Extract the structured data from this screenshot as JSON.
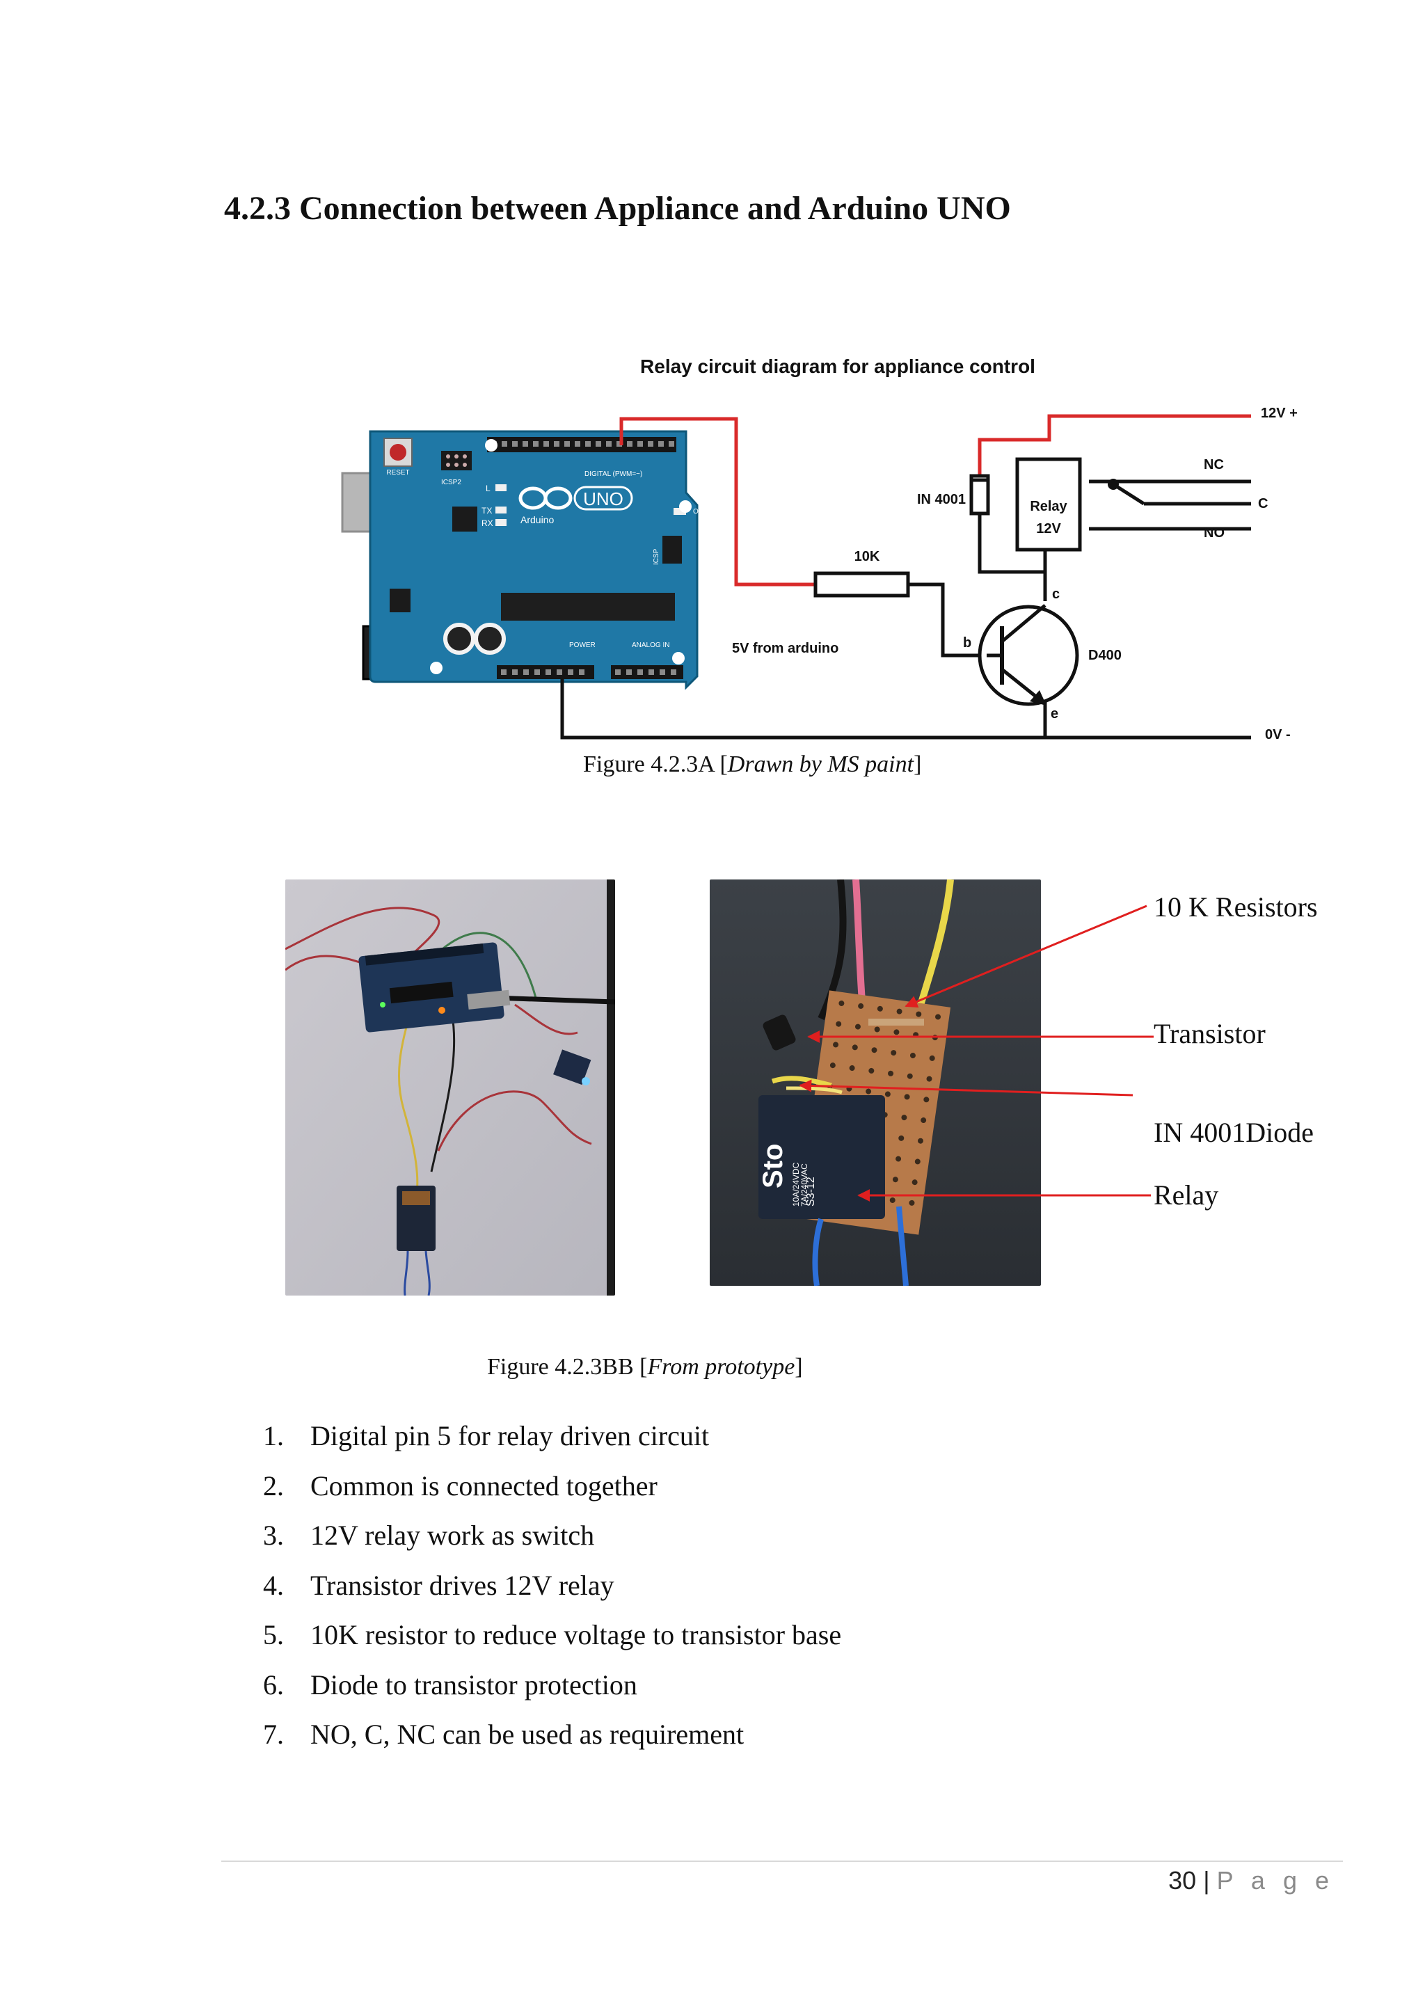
{
  "heading": "4.2.3 Connection between Appliance and Arduino UNO",
  "circuit_diagram": {
    "title": "Relay circuit diagram for appliance control",
    "labels": {
      "supply_pos": "12V +",
      "supply_neg": "0V -",
      "nc": "NC",
      "c": "C",
      "no": "NO",
      "diode": "IN 4001",
      "relay_line1": "Relay",
      "relay_line2": "12V",
      "resistor": "10K",
      "arduino_supply": "5V from arduino",
      "transistor_c": "c",
      "transistor_b": "b",
      "transistor_e": "e",
      "transistor": "D400"
    },
    "board_text": {
      "reset": "RESET",
      "icsp2": "ICSP2",
      "digital": "DIGITAL (PWM=~)",
      "l": "L",
      "tx": "TX",
      "rx": "RX",
      "uno": "UNO",
      "brand": "Arduino",
      "on": "ON",
      "icsp": "ICSP",
      "power": "POWER",
      "analog": "ANALOG IN"
    }
  },
  "figure_a_caption": {
    "prefix": "Figure 4.2.3A [",
    "italic": "Drawn by MS paint",
    "suffix": "]"
  },
  "prototype_annotations": {
    "resistors": "10 K Resistors",
    "transistor": "Transistor",
    "diode": "IN 4001Diode",
    "relay": "Relay"
  },
  "relay_print": {
    "brand": "Sto",
    "model": "S3-12",
    "rating1": "10A/24VDC",
    "rating2": "7A/240VAC"
  },
  "figure_b_caption": {
    "prefix": "Figure 4.2.3BB [",
    "italic": "From prototype",
    "suffix": "]"
  },
  "notes": [
    {
      "num": "1.",
      "text": "Digital pin 5 for relay driven circuit"
    },
    {
      "num": "2.",
      "text": "Common is connected together"
    },
    {
      "num": "3.",
      "text": "12V relay work as switch"
    },
    {
      "num": "4.",
      "text": "Transistor drives 12V relay"
    },
    {
      "num": "5.",
      "text": "10K resistor to reduce voltage to transistor base"
    },
    {
      "num": "6.",
      "text": "Diode to transistor protection"
    },
    {
      "num": "7.",
      "text": "NO, C, NC can be used as requirement"
    }
  ],
  "footer": {
    "page_number": "30",
    "separator": "|",
    "page_word": "P a g e"
  }
}
